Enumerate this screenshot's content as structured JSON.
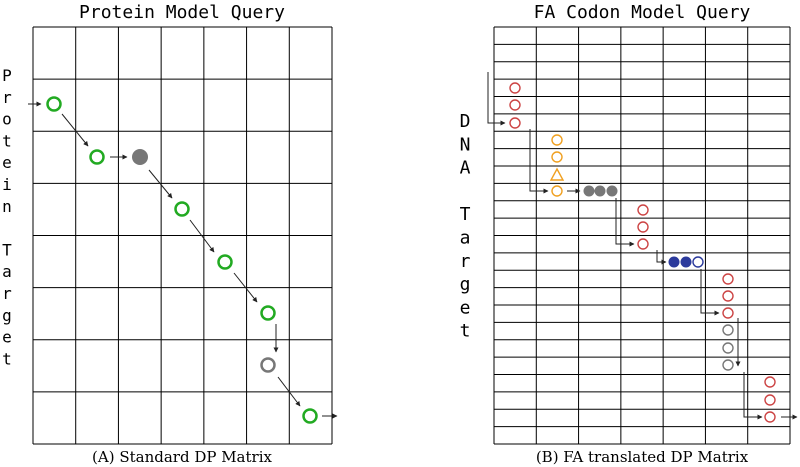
{
  "panel_a": {
    "title": "Protein Model Query",
    "caption": "(A) Standard DP Matrix",
    "side_letters": [
      "P",
      "r",
      "o",
      "t",
      "e",
      "i",
      "n",
      "",
      "T",
      "a",
      "r",
      "g",
      "e",
      "t"
    ]
  },
  "panel_b": {
    "title": "FA Codon Model Query",
    "caption": "(B) FA translated DP Matrix",
    "side_letters": [
      "D",
      "N",
      "A",
      "",
      "T",
      "a",
      "r",
      "g",
      "e",
      "t"
    ]
  },
  "colors": {
    "grid": "#000000",
    "green": "#22aa22",
    "gray": "#777777",
    "red": "#cc4444",
    "orange": "#f0a020",
    "blue": "#2b3a9c",
    "arrow": "#222222"
  }
}
